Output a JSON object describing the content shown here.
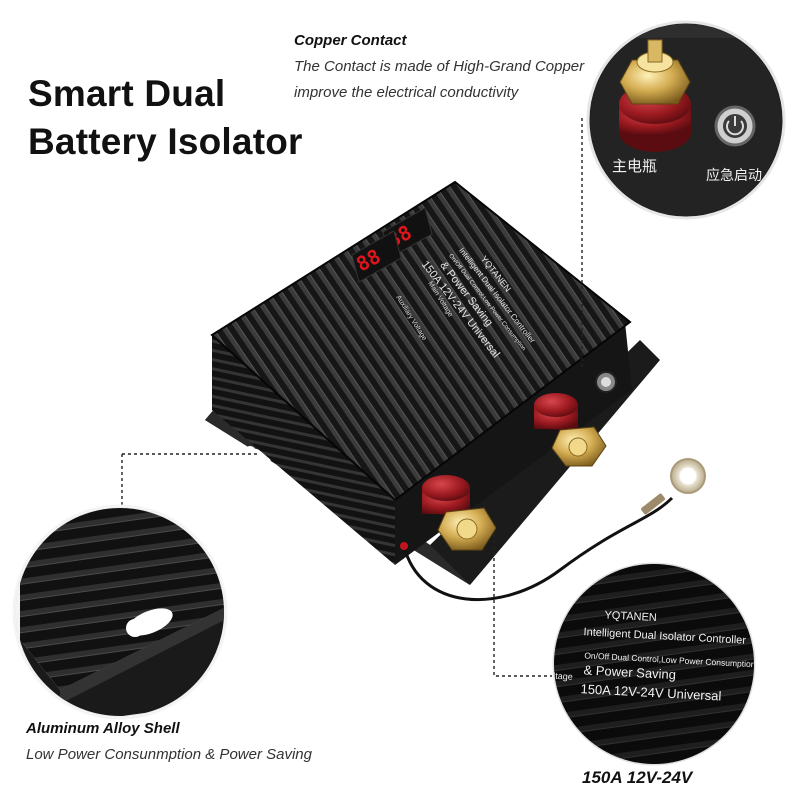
{
  "headline": {
    "line1": "Smart Dual",
    "line2": "Battery Isolator"
  },
  "callouts": {
    "copper": {
      "title": "Copper Contact",
      "line1": "The Contact is made of High-Grand Copper",
      "line2": "improve the electrical conductivity"
    },
    "shell": {
      "title": "Aluminum Alloy Shell",
      "desc": "Low Power Consunmption & Power Saving"
    },
    "rating_caption": "150A 12V-24V"
  },
  "device_label": {
    "brand": "YQTANEN",
    "line1": "Intelligent Dual Isolator Controller",
    "line2": "On/Off Dual Control,Low Power Consumption",
    "line3": "& Power Saving",
    "line4": "150A  12V-24V Universal",
    "main_voltage": "Main Voltage",
    "aux_voltage": "Auxiliary Voltage"
  },
  "zoom_label": {
    "brand": "YQTANEN",
    "line1": "Intelligent Dual Isolator Controller",
    "line2": "On/Off Dual Control,Low Power Consumption",
    "line3": "& Power Saving",
    "line4": "150A  12V-24V Universal",
    "edge_fragment": "ltage"
  },
  "terminal_zoom": {
    "label_main": "主电瓶",
    "label_emergency": "应急启动"
  },
  "colors": {
    "body_black": "#1a1a1a",
    "terminal_red": "#8e1a1f",
    "brass": "#c8a24a",
    "led_red": "#e0151b"
  },
  "icons": {
    "led_display": "seven-segment-display",
    "terminal": "battery-terminal-post",
    "button": "power-button-icon"
  }
}
